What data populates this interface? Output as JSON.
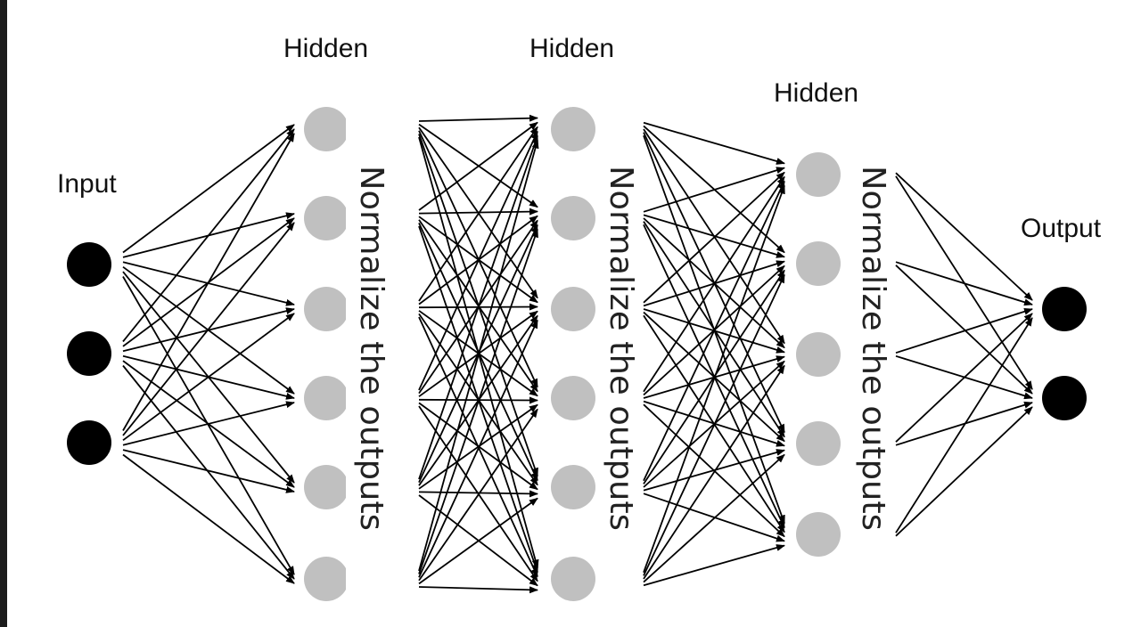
{
  "diagram": {
    "title": "Neural network with normalization between layers",
    "colors": {
      "io_node": "#000000",
      "hidden_node": "#c0c0c0",
      "edge": "#000000",
      "background": "#ffffff",
      "left_strip": "#1c1c1c"
    },
    "layers": [
      {
        "id": "input",
        "label": "Input",
        "kind": "io",
        "nodes": 3
      },
      {
        "id": "hidden1",
        "label": "Hidden",
        "kind": "hidden",
        "nodes": 6
      },
      {
        "id": "hidden2",
        "label": "Hidden",
        "kind": "hidden",
        "nodes": 6
      },
      {
        "id": "hidden3",
        "label": "Hidden",
        "kind": "hidden",
        "nodes": 5
      },
      {
        "id": "output",
        "label": "Output",
        "kind": "io",
        "nodes": 2
      }
    ],
    "normalization_label": "Normalize the outputs",
    "normalization_after_layers": [
      "hidden1",
      "hidden2",
      "hidden3"
    ],
    "connections": "fully-connected between consecutive layers"
  }
}
